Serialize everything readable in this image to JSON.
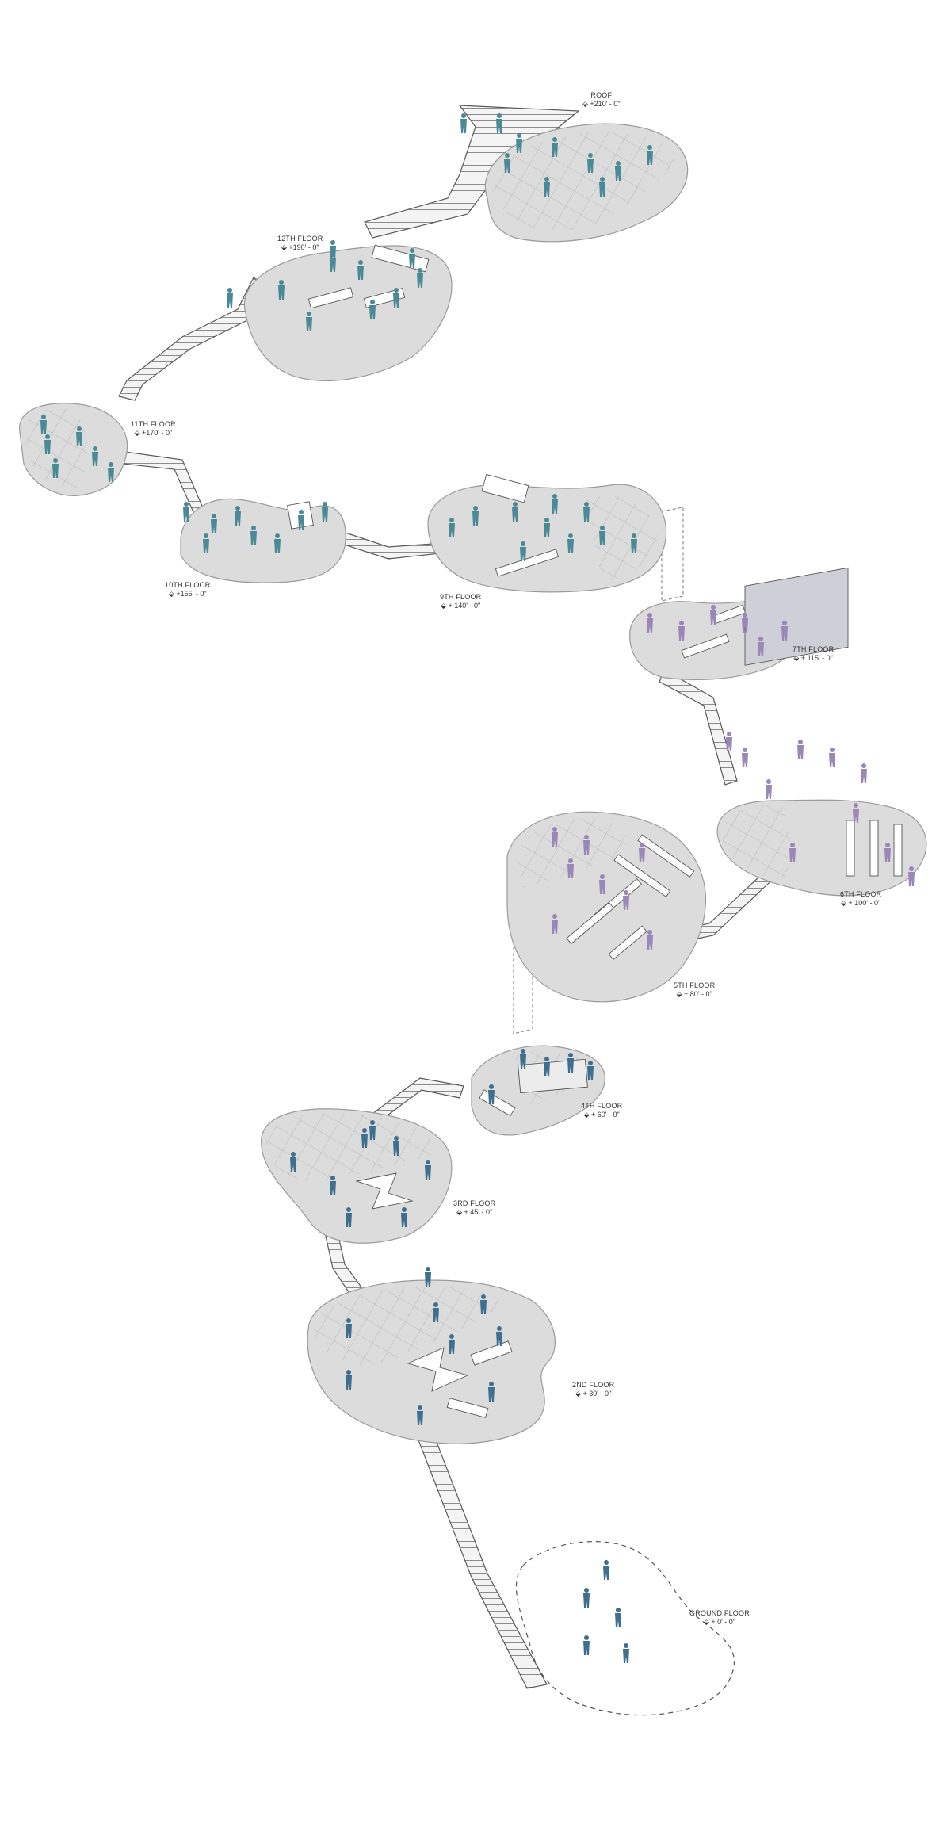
{
  "colors": {
    "background": "#ffffff",
    "floor_plate": "#dcdcdc",
    "floor_plate_edge": "#9a9a9a",
    "grid_line": "#b5b5b5",
    "stair": "#6a6a6a",
    "people_teal": "#4a8a96",
    "people_blue": "#3f6f8f",
    "people_purple": "#9a86b8",
    "label_text": "#333333"
  },
  "floors": [
    {
      "id": "roof",
      "name": "ROOF",
      "elevation": "⬙ +210' - 0\"",
      "people_color": "teal"
    },
    {
      "id": "12",
      "name": "12TH FLOOR",
      "elevation": "⬙ +190' - 0\"",
      "people_color": "teal"
    },
    {
      "id": "11",
      "name": "11TH FLOOR",
      "elevation": "⬙ +170' - 0\"",
      "people_color": "teal"
    },
    {
      "id": "10",
      "name": "10TH FLOOR",
      "elevation": "⬙ +155' - 0\"",
      "people_color": "teal"
    },
    {
      "id": "9",
      "name": "9TH FLOOR",
      "elevation": "⬙ + 140' - 0\"",
      "people_color": "teal"
    },
    {
      "id": "7",
      "name": "7TH FLOOR",
      "elevation": "⬙ + 115' - 0\"",
      "people_color": "purple"
    },
    {
      "id": "6",
      "name": "6TH FLOOR",
      "elevation": "⬙ + 100' - 0\"",
      "people_color": "purple"
    },
    {
      "id": "5",
      "name": "5TH FLOOR",
      "elevation": "⬙ + 80' - 0\"",
      "people_color": "purple"
    },
    {
      "id": "4",
      "name": "4TH FLOOR",
      "elevation": "⬙ + 60' - 0\"",
      "people_color": "blue"
    },
    {
      "id": "3",
      "name": "3RD FLOOR",
      "elevation": "⬙ + 45' - 0\"",
      "people_color": "blue"
    },
    {
      "id": "2",
      "name": "2ND FLOOR",
      "elevation": "⬙ + 30' - 0\"",
      "people_color": "blue"
    },
    {
      "id": "ground",
      "name": "GROUND FLOOR",
      "elevation": "⬙ + 0' - 0\"",
      "people_color": "blue"
    }
  ]
}
